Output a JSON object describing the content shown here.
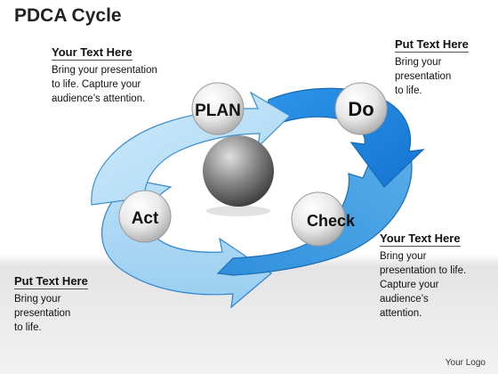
{
  "title": "PDCA Cycle",
  "stages": {
    "plan": "PLAN",
    "do": "Do",
    "check": "Check",
    "act": "Act"
  },
  "callouts": [
    {
      "heading": "Your Text Here",
      "body": "Bring your presentation\nto life. Capture your\naudience’s attention."
    },
    {
      "heading": "Put Text Here",
      "body": "Bring your\npresentation\nto life."
    },
    {
      "heading": "Your Text Here",
      "body": "Bring your\npresentation to life.\nCapture your\naudience’s\nattention."
    },
    {
      "heading": "Put Text Here",
      "body": "Bring your\npresentation\nto life."
    }
  ],
  "footer": {
    "logo": "Your Logo"
  },
  "colors": {
    "light_blue": "#bfe3f8",
    "mid_blue": "#3a9ae0",
    "deep_blue": "#1e86e4",
    "outline": "#1b6fb8"
  }
}
